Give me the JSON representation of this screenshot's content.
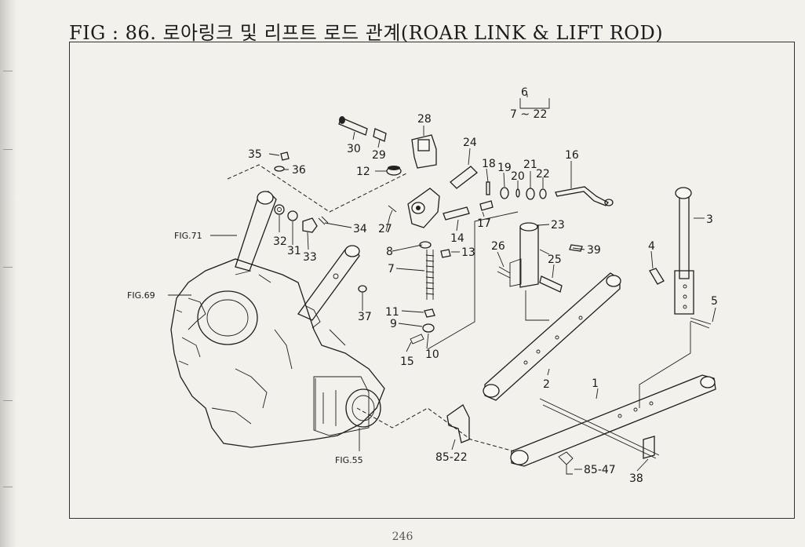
{
  "header": {
    "title": "FIG : 86. 로아링크 및 리프트 로드 관계(ROAR LINK & LIFT ROD)"
  },
  "page": {
    "number": "246"
  },
  "callouts": {
    "c1": "1",
    "c2": "2",
    "c3": "3",
    "c4": "4",
    "c5": "5",
    "c6": "6",
    "c6_range": "7 ~ 22",
    "c7": "7",
    "c8": "8",
    "c9": "9",
    "c10": "10",
    "c11": "11",
    "c12": "12",
    "c13": "13",
    "c14": "14",
    "c15": "15",
    "c16": "16",
    "c17": "17",
    "c18": "18",
    "c19": "19",
    "c20": "20",
    "c21": "21",
    "c22": "22",
    "c23": "23",
    "c24": "24",
    "c25": "25",
    "c26": "26",
    "c27": "27",
    "c28": "28",
    "c29": "29",
    "c30": "30",
    "c31": "31",
    "c32": "32",
    "c33": "33",
    "c34": "34",
    "c35": "35",
    "c36": "36",
    "c37": "37",
    "c38": "38",
    "c39": "39",
    "c85_22": "85-22",
    "c85_47": "85-47"
  },
  "figure_refs": {
    "fig71": "FIG.71",
    "fig69": "FIG.69",
    "fig55": "FIG.55"
  }
}
